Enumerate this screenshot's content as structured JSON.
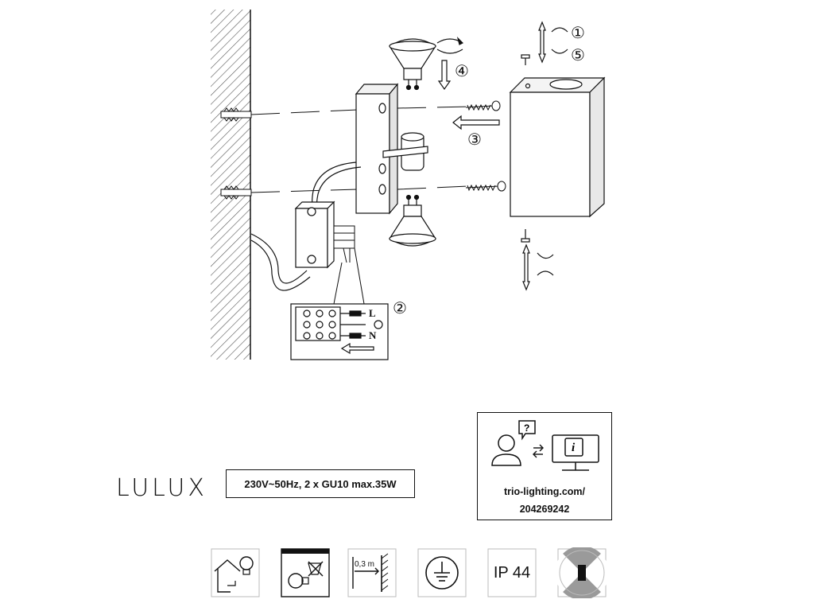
{
  "brand": "LULUX",
  "spec": "230V~50Hz, 2 x GU10 max.35W",
  "help": {
    "url_line1": "trio-lighting.com/",
    "url_line2": "204269242",
    "question_glyph": "?",
    "info_glyph": "i"
  },
  "steps": {
    "s1": "①",
    "s2": "②",
    "s3": "③",
    "s4": "④",
    "s5": "⑤"
  },
  "wiring": {
    "live": "L",
    "neutral": "N"
  },
  "icons": {
    "distance_label": "0,3 m",
    "ip_rating": "IP 44",
    "names": [
      "indoor-outdoor-bulb-icon",
      "no-bulb-included-icon",
      "min-distance-icon",
      "earth-ground-icon",
      "ip44-icon",
      "up-down-light-icon"
    ]
  },
  "colors": {
    "line": "#111111",
    "hatch": "#555555",
    "fixture_grey": "#cfcfcf"
  }
}
